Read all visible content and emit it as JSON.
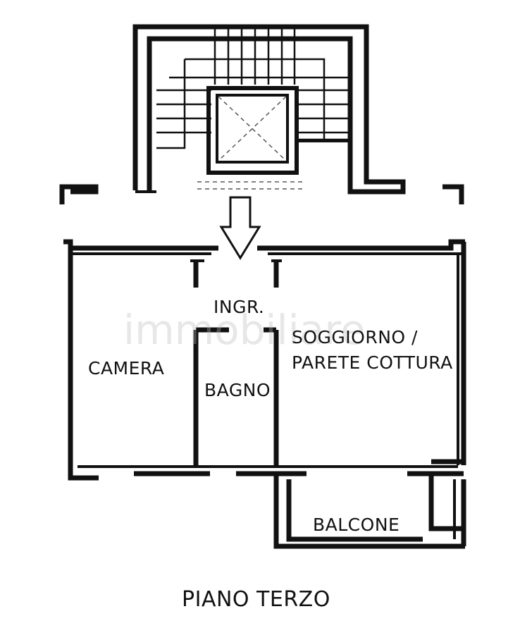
{
  "rooms": {
    "ingresso": "INGR.",
    "camera": "CAMERA",
    "bagno": "BAGNO",
    "soggiorno_line1": "SOGGIORNO /",
    "soggiorno_line2": "PARETE COTTURA",
    "balcone": "BALCONE"
  },
  "floor_title": "PIANO TERZO",
  "watermark": "immobiliare",
  "icons": {
    "entrance": "entrance-arrow-down-icon",
    "elevator": "elevator-shaft-icon",
    "stairs": "staircase-icon"
  }
}
